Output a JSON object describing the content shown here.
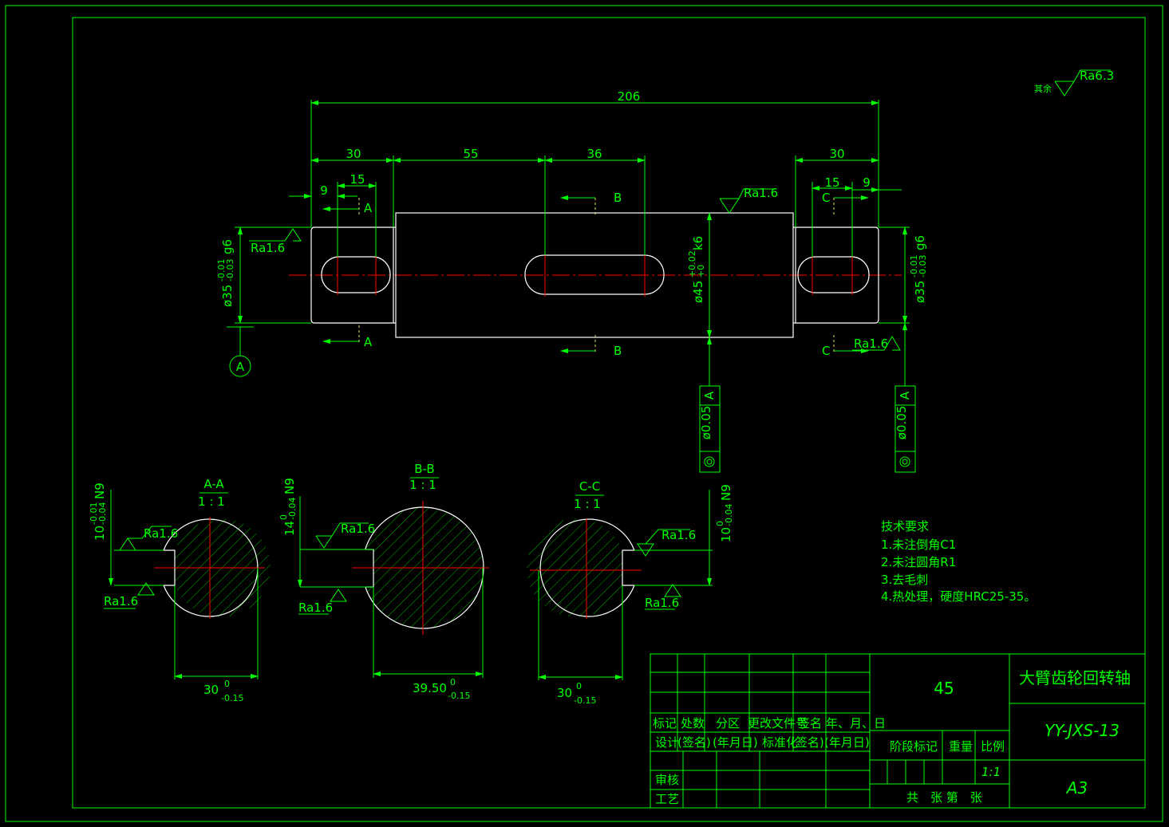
{
  "dimensions": {
    "overall": "206",
    "left_seg": "30",
    "mid_seg": "55",
    "key_mid": "36",
    "right_seg": "30",
    "left_9": "9",
    "left_15": "15",
    "right_15": "15",
    "right_9": "9",
    "left_dia": "ø35",
    "left_dia_upper": "-0.01",
    "left_dia_lower": "-0.03",
    "left_dia_fit": "g6",
    "mid_dia": "ø45",
    "mid_dia_upper": "+0.02",
    "mid_dia_lower": "+0",
    "mid_dia_fit": "k6",
    "right_dia": "ø35",
    "right_dia_upper": "-0.01",
    "right_dia_lower": "-0.03",
    "right_dia_fit": "g6"
  },
  "surface": {
    "ra16": "Ra1.6",
    "ra63": "Ra6.3",
    "other": "其余"
  },
  "sections": {
    "a": "A",
    "b": "B",
    "c": "C",
    "datum": "A",
    "aa_title": "A-A",
    "aa_scale": "1 : 1",
    "bb_title": "B-B",
    "bb_scale": "1 : 1",
    "cc_title": "C-C",
    "cc_scale": "1 : 1",
    "aa_key": "10",
    "aa_key_upper": "-0.01",
    "aa_key_lower": "-0.04",
    "aa_key_fit": "N9",
    "bb_key": "14",
    "bb_key_upper": "0",
    "bb_key_lower": "-0.04",
    "bb_key_fit": "N9",
    "cc_key": "10",
    "cc_key_upper": "0",
    "cc_key_lower": "-0.04",
    "cc_key_fit": "N9",
    "aa_depth": "30",
    "aa_depth_upper": "0",
    "aa_depth_lower": "-0.15",
    "bb_depth": "39.50",
    "bb_depth_upper": "0",
    "bb_depth_lower": "-0.15",
    "cc_depth": "30",
    "cc_depth_upper": "0",
    "cc_depth_lower": "-0.15"
  },
  "tolerance": {
    "value": "ø0.05",
    "datum": "A"
  },
  "notes": {
    "title": "技术要求",
    "items": [
      "1.未注倒角C1",
      "2.未注圆角R1",
      "3.去毛刺",
      "4.热处理，硬度HRC25-35。"
    ]
  },
  "title_block": {
    "part_name": "大臂齿轮回转轴",
    "material": "45",
    "drawing_no": "YY-JXS-13",
    "sheet_size": "A3",
    "scale_value": "1:1",
    "col_mark": "标记",
    "col_count": "处数",
    "col_zone": "分区",
    "col_doc": "更改文件号",
    "col_sign": "签名",
    "col_date": "年、月、日",
    "row_design": "设计",
    "row_sign": "(签名)",
    "row_date": "(年月日)",
    "row_std": "标准化",
    "row_sign2": "(签名)",
    "row_date2": "(年月日)",
    "stage": "阶段标记",
    "weight": "重量",
    "scale": "比例",
    "review": "审核",
    "process": "工艺",
    "sheets": "共　张 第　张"
  },
  "colors": {
    "background": "#000000",
    "lines": "#00ff00",
    "outline": "#ffffff",
    "centerline": "#ff0000"
  }
}
